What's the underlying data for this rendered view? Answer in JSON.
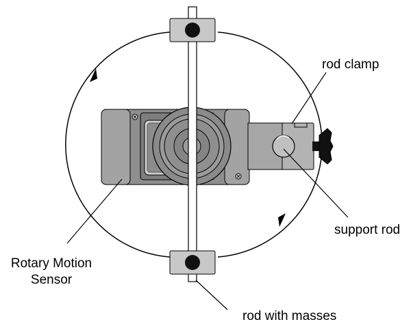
{
  "labels": {
    "rod_clamp": "rod clamp",
    "support_rod": "support rod",
    "sensor_line1": "Rotary Motion",
    "sensor_line2": "Sensor",
    "rod_with_masses": "rod with masses"
  },
  "colors": {
    "sensor_body": "#8e8e8e",
    "sensor_end_caps": "#a3a3a3",
    "pulley": "#8a8a8a",
    "clamp": "#b3b3b3",
    "mass_block": "#c8c8c8",
    "knob": "#111111"
  }
}
